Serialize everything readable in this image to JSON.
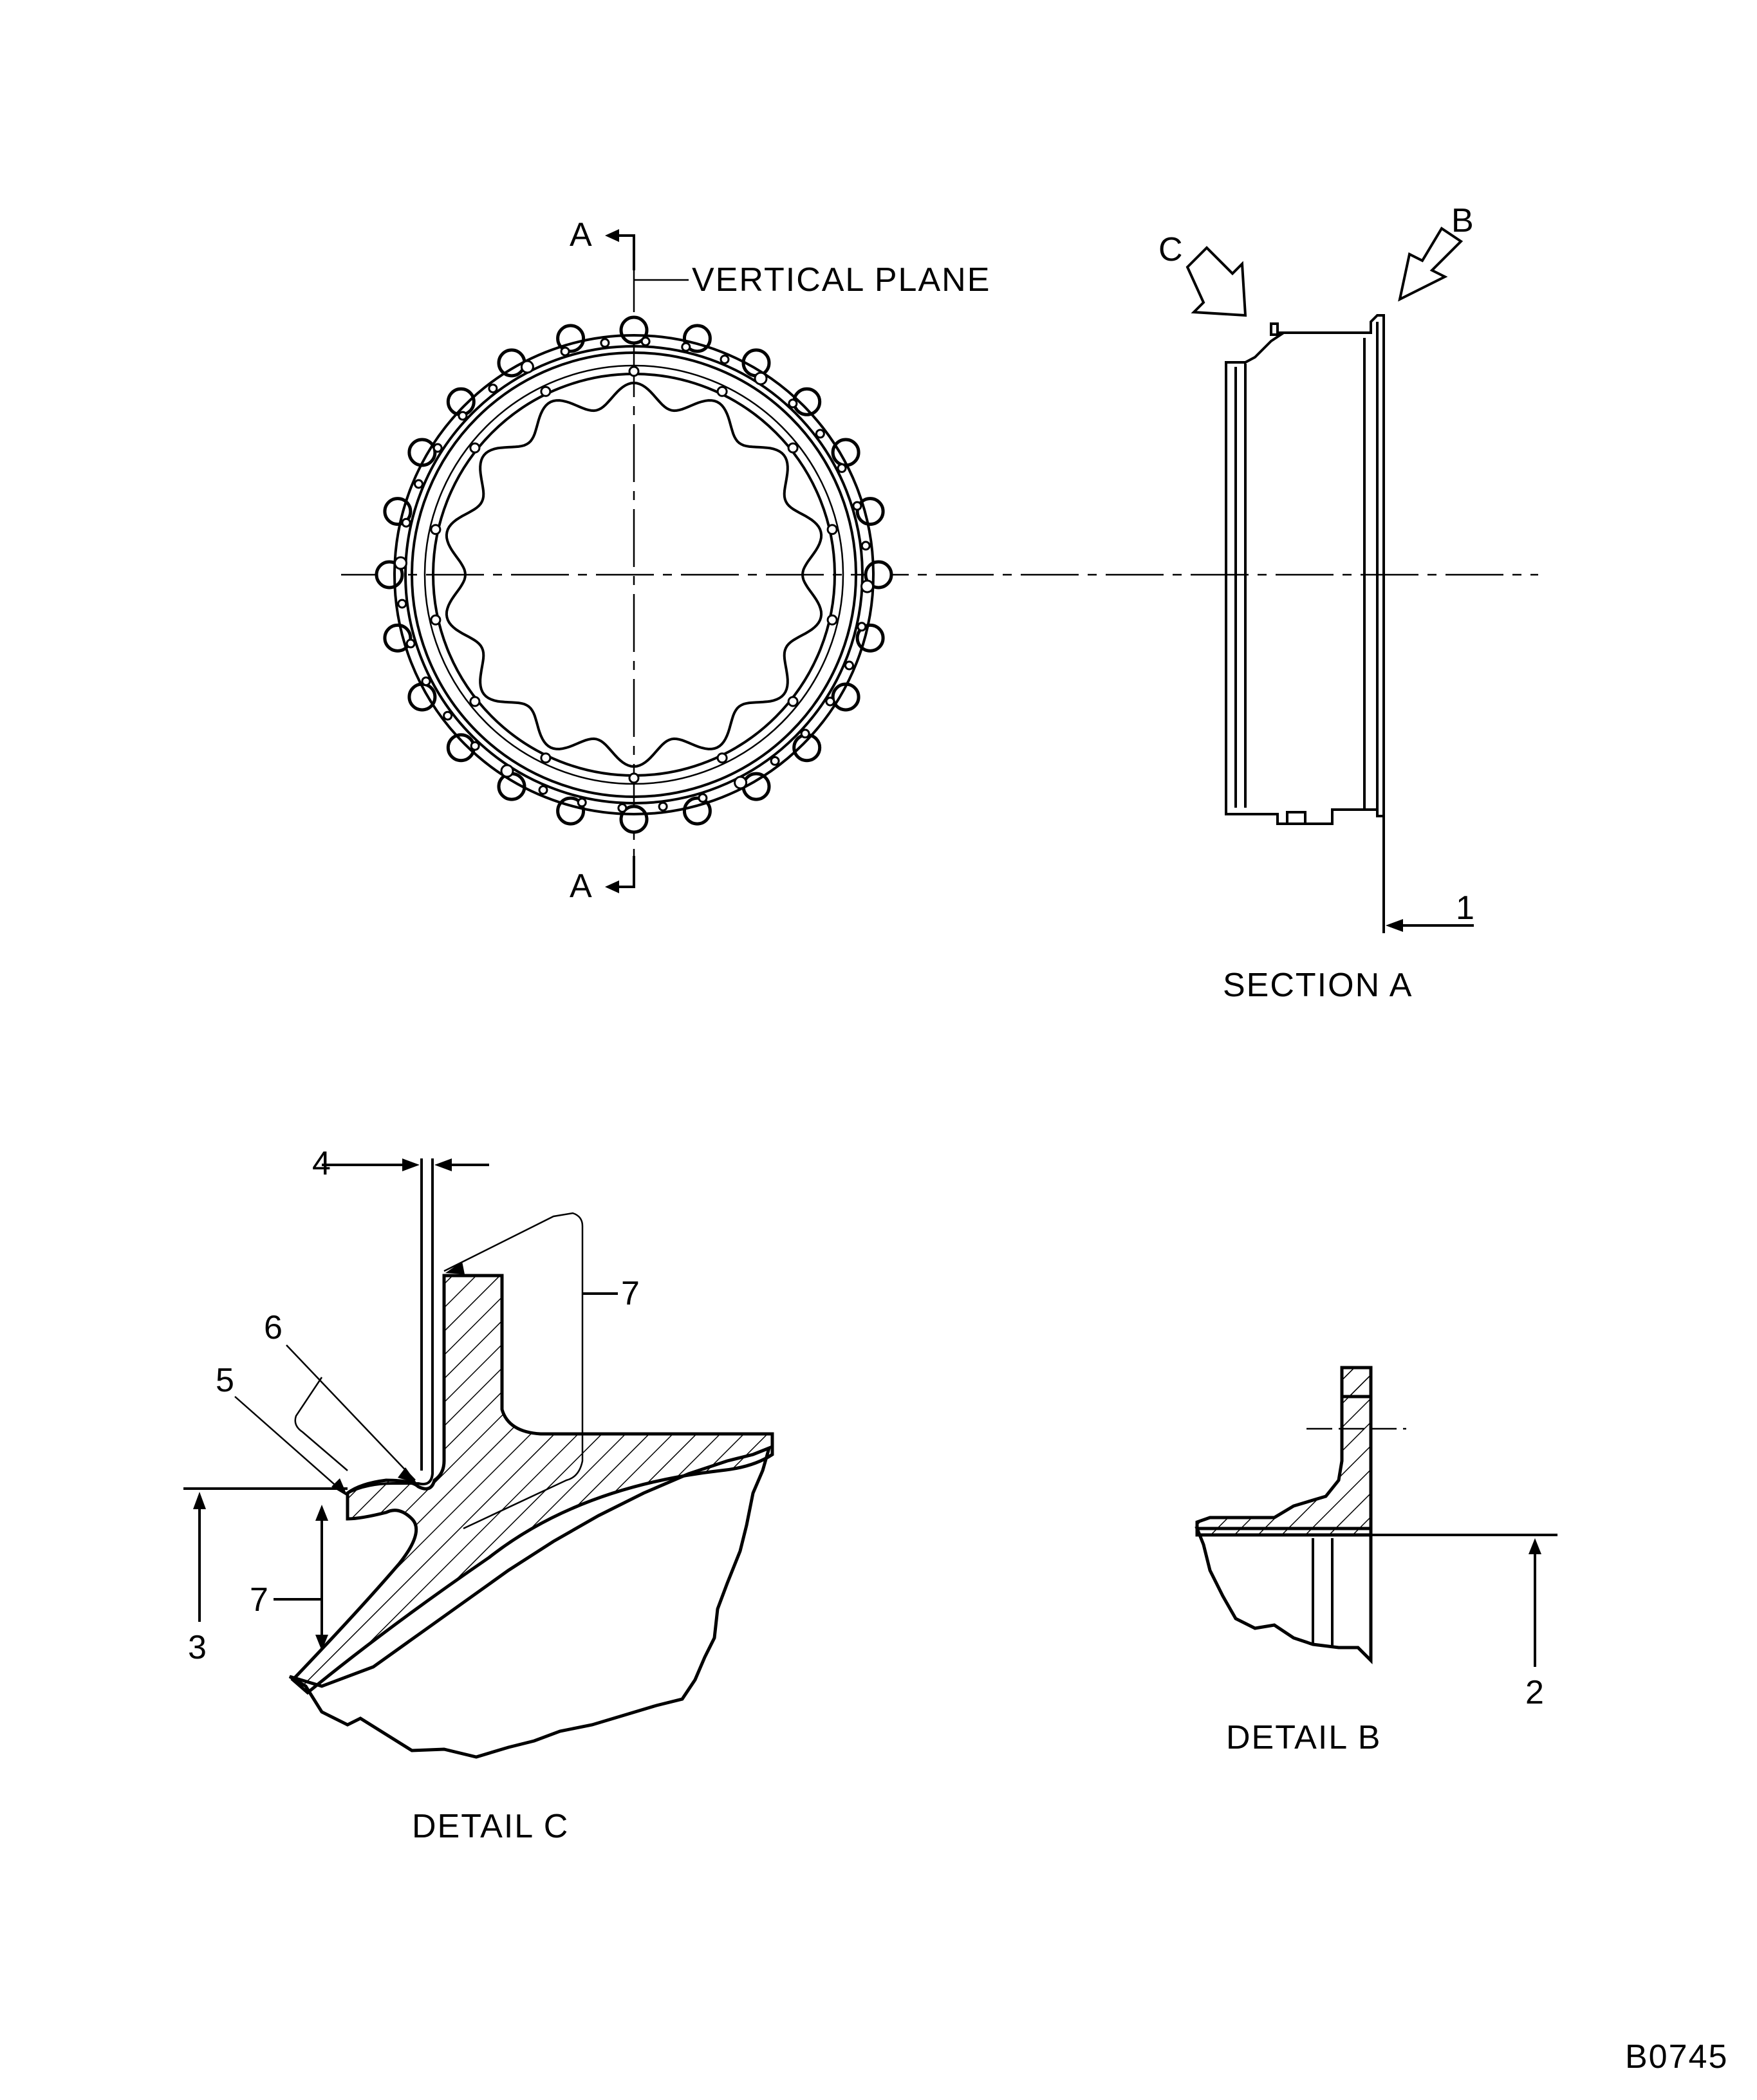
{
  "labels": {
    "section_cut_top": "A",
    "section_cut_bottom": "A",
    "vertical_plane": "VERTICAL PLANE",
    "view_c": "C",
    "view_b": "B",
    "callout_1": "1",
    "section_a_title": "SECTION A",
    "callout_2": "2",
    "callout_3": "3",
    "callout_4": "4",
    "callout_5": "5",
    "callout_6": "6",
    "callout_7_upper": "7",
    "callout_7_lower": "7",
    "detail_c_title": "DETAIL C",
    "detail_b_title": "DETAIL B",
    "figure_id": "B0745"
  }
}
